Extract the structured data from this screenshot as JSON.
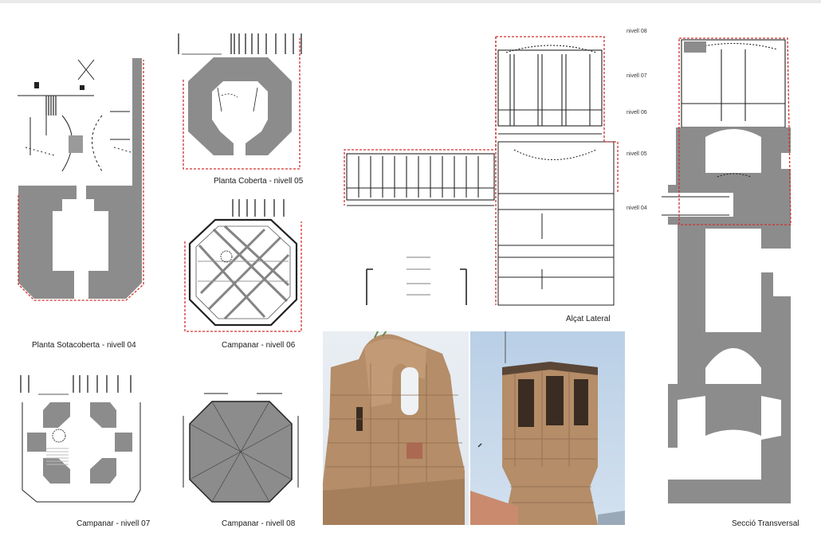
{
  "captions": {
    "planta_sotacoberta": "Planta Sotacoberta - nivell 04",
    "planta_coberta": "Planta Coberta - nivell 05",
    "campanar_06": "Campanar - nivell 06",
    "campanar_07": "Campanar - nivell 07",
    "campanar_08": "Campanar - nivell 08",
    "alcat_lateral": "Alçat Lateral",
    "seccio_transversal": "Secció Transversal"
  },
  "levels": {
    "l08": "nivell 08",
    "l07": "nivell 07",
    "l06": "nivell 06",
    "l05": "nivell 05",
    "l04": "nivell 04"
  },
  "colors": {
    "wall_fill": "#8c8c8c",
    "red_outline": "#d0312d",
    "line": "#222222",
    "sky": "#c6d8ec",
    "stone": "#b58d68"
  }
}
